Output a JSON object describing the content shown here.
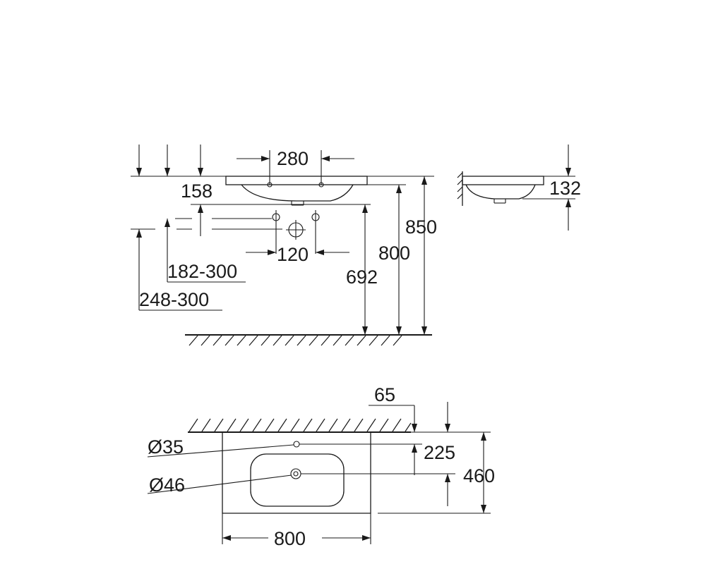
{
  "side_view": {
    "width_280": "280",
    "depth_158": "158",
    "center_120": "120",
    "range_182_300": "182-300",
    "range_248_300": "248-300",
    "height_692": "692",
    "height_800": "800",
    "height_850": "850"
  },
  "profile_view": {
    "height_132": "132"
  },
  "plan_view": {
    "offset_65": "65",
    "dia_35": "Ø35",
    "dia_46": "Ø46",
    "dist_225": "225",
    "depth_460": "460",
    "width_800": "800"
  }
}
